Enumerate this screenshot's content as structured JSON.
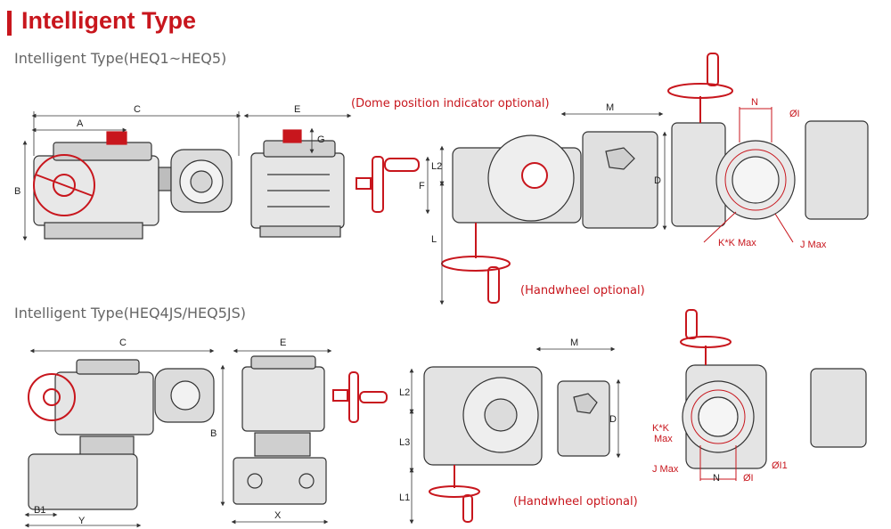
{
  "title": "Intelligent Type",
  "subtitle_1": "Intelligent Type(HEQ1~HEQ5)",
  "subtitle_2": "Intelligent Type(HEQ4JS/HEQ5JS)",
  "notes": {
    "dome": "(Dome position indicator optional)",
    "handwheel_1": "(Handwheel optional)",
    "handwheel_2": "(Handwheel optional)"
  },
  "dims_1": {
    "A": "A",
    "C": "C",
    "B": "B",
    "E": "E",
    "G": "G",
    "F": "F",
    "L2": "L2",
    "L": "L",
    "M": "M",
    "D": "D",
    "N": "N",
    "phi_i": "ØI",
    "kk": "K*K Max",
    "j": "J Max"
  },
  "dims_2": {
    "C": "C",
    "B1": "B1",
    "Y": "Y",
    "E": "E",
    "B": "B",
    "X": "X",
    "M": "M",
    "L2": "L2",
    "L3": "L3",
    "L1": "L1",
    "D": "D",
    "kk1": "K*K",
    "kk2": "Max",
    "j": "J Max",
    "N": "N",
    "phi_i": "ØI",
    "phi_i1": "ØI1"
  },
  "colors": {
    "accent": "#c8161d",
    "line": "#333333",
    "body": "#555555",
    "subtitle": "#666666"
  }
}
